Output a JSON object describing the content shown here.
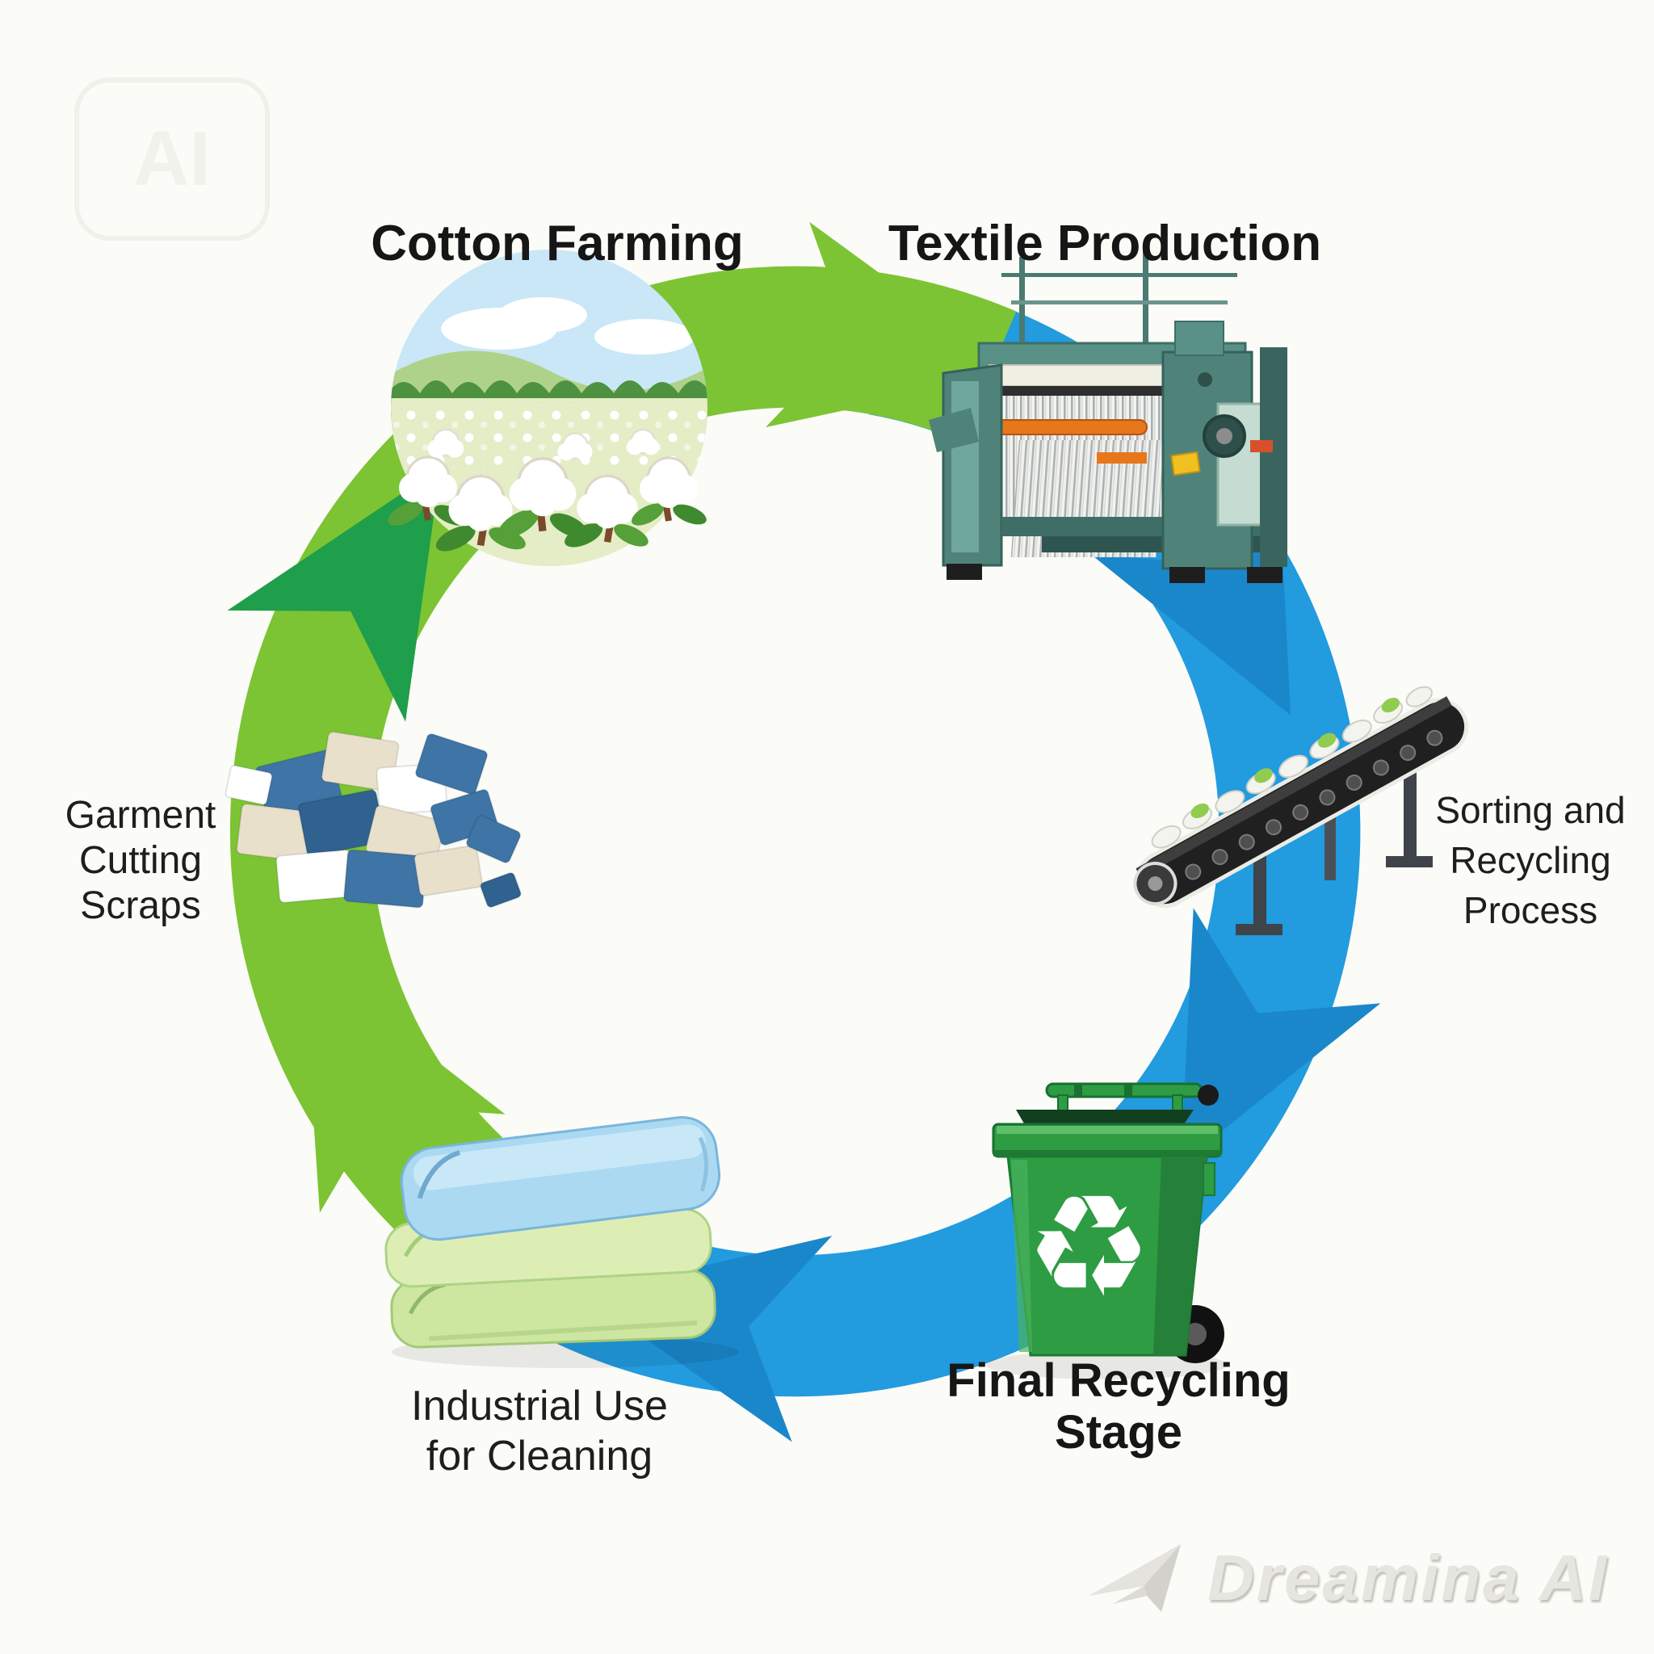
{
  "page": {
    "background": "#FBFBF7"
  },
  "ai_badge": {
    "label": "AI"
  },
  "cycle": {
    "direction": "clockwise",
    "arrow_colors": {
      "light_green": "#7CC433",
      "dark_green": "#1F9E4B",
      "blue": "#229BDF",
      "blue_dark": "#1B87CB"
    },
    "stations": [
      {
        "id": "cotton-farming",
        "label_lines": [
          "Cotton Farming"
        ],
        "style": "bold",
        "illustration": "cotton-field"
      },
      {
        "id": "textile-production",
        "label_lines": [
          "Textile Production"
        ],
        "style": "bold",
        "illustration": "weaving-loom"
      },
      {
        "id": "sorting-recycling",
        "label_lines": [
          "Sorting and",
          "Recycling",
          "Process"
        ],
        "style": "regular",
        "illustration": "conveyor-belt"
      },
      {
        "id": "final-recycling",
        "label_lines": [
          "Final Recycling",
          "Stage"
        ],
        "style": "bold",
        "illustration": "recycling-bin"
      },
      {
        "id": "industrial-use",
        "label_lines": [
          "Industrial Use",
          "for Cleaning"
        ],
        "style": "regular",
        "illustration": "folded-towels"
      },
      {
        "id": "garment-scraps",
        "label_lines": [
          "Garment",
          "Cutting",
          "Scraps"
        ],
        "style": "regular",
        "illustration": "fabric-scraps"
      }
    ]
  },
  "recycling_bin": {
    "symbol": "♻"
  },
  "watermark": {
    "label": "Dreamina AI"
  }
}
